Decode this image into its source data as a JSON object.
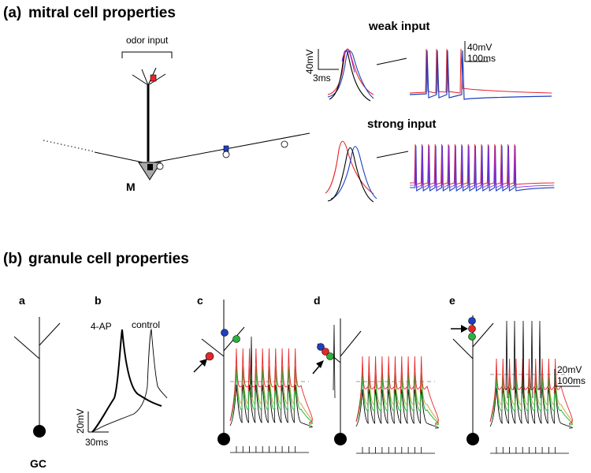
{
  "panel_a": {
    "letter": "(a)",
    "title": "mitral cell properties",
    "odor_input_label": "odor input",
    "cell_label": "M",
    "weak_input_label": "weak input",
    "strong_input_label": "strong input",
    "scale_left_v": "40mV",
    "scale_left_t": "3ms",
    "scale_right_v": "40mV",
    "scale_right_t": "100ms"
  },
  "panel_b": {
    "letter": "(b)",
    "title": "granule cell properties",
    "sub_a": "a",
    "sub_b": "b",
    "sub_c": "c",
    "sub_d": "d",
    "sub_e": "e",
    "cell_label": "GC",
    "label_4ap": "4-AP",
    "label_control": "control",
    "scale_b_v": "20mV",
    "scale_b_t": "30ms",
    "scale_e_v": "20mV",
    "scale_e_t": "100ms"
  },
  "colors": {
    "red": "#e8262a",
    "blue": "#1e3fbf",
    "green": "#2bb33a",
    "orange": "#c9a23a",
    "gray_dashed": "#999999"
  }
}
